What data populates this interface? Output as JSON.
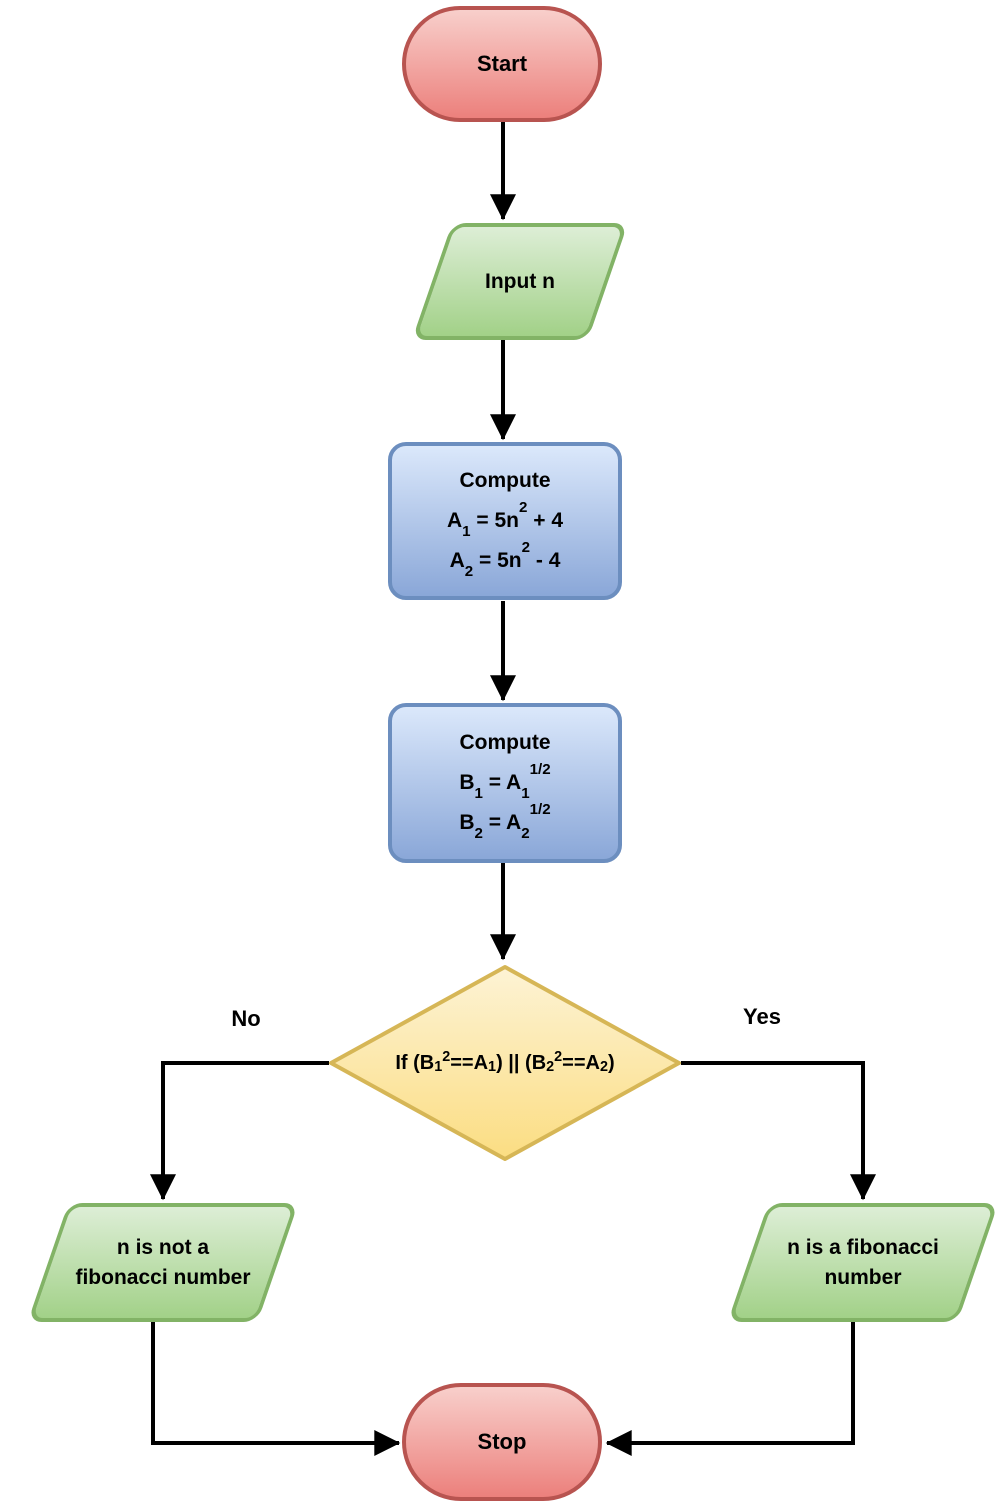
{
  "colors": {
    "terminator_top": "#f8cfcb",
    "terminator_bottom": "#ec807c",
    "terminator_stroke": "#b85450",
    "io_top": "#ddeed6",
    "io_bottom": "#a2d188",
    "io_stroke": "#82b366",
    "process_top": "#dbe8fb",
    "process_bottom": "#8aa7d8",
    "process_stroke": "#6c8ebf",
    "decision_top": "#fdf3d5",
    "decision_bottom": "#fbdd82",
    "decision_stroke": "#d6b656",
    "connector": "#000000",
    "text": "#000000"
  },
  "nodes": {
    "start": {
      "label": "Start"
    },
    "input": {
      "label": "Input n"
    },
    "compute_a": {
      "title": "Compute",
      "lines": [
        "A~1~ = 5n^2^ + 4",
        "A~2~ = 5n^2^ - 4"
      ]
    },
    "compute_b": {
      "title": "Compute",
      "lines": [
        "B~1~ = A~1~^1/2^",
        "B~2~ = A~2~^1/2^"
      ]
    },
    "decision": {
      "condition": "If (B~1~^2^==A~1~) || (B~2~^2^==A~2~)"
    },
    "not_fibonacci": {
      "lines": [
        "n is not a",
        "fibonacci number"
      ]
    },
    "is_fibonacci": {
      "lines": [
        "n is a fibonacci",
        "number"
      ]
    },
    "stop": {
      "label": "Stop"
    }
  },
  "branch_labels": {
    "no": "No",
    "yes": "Yes"
  }
}
